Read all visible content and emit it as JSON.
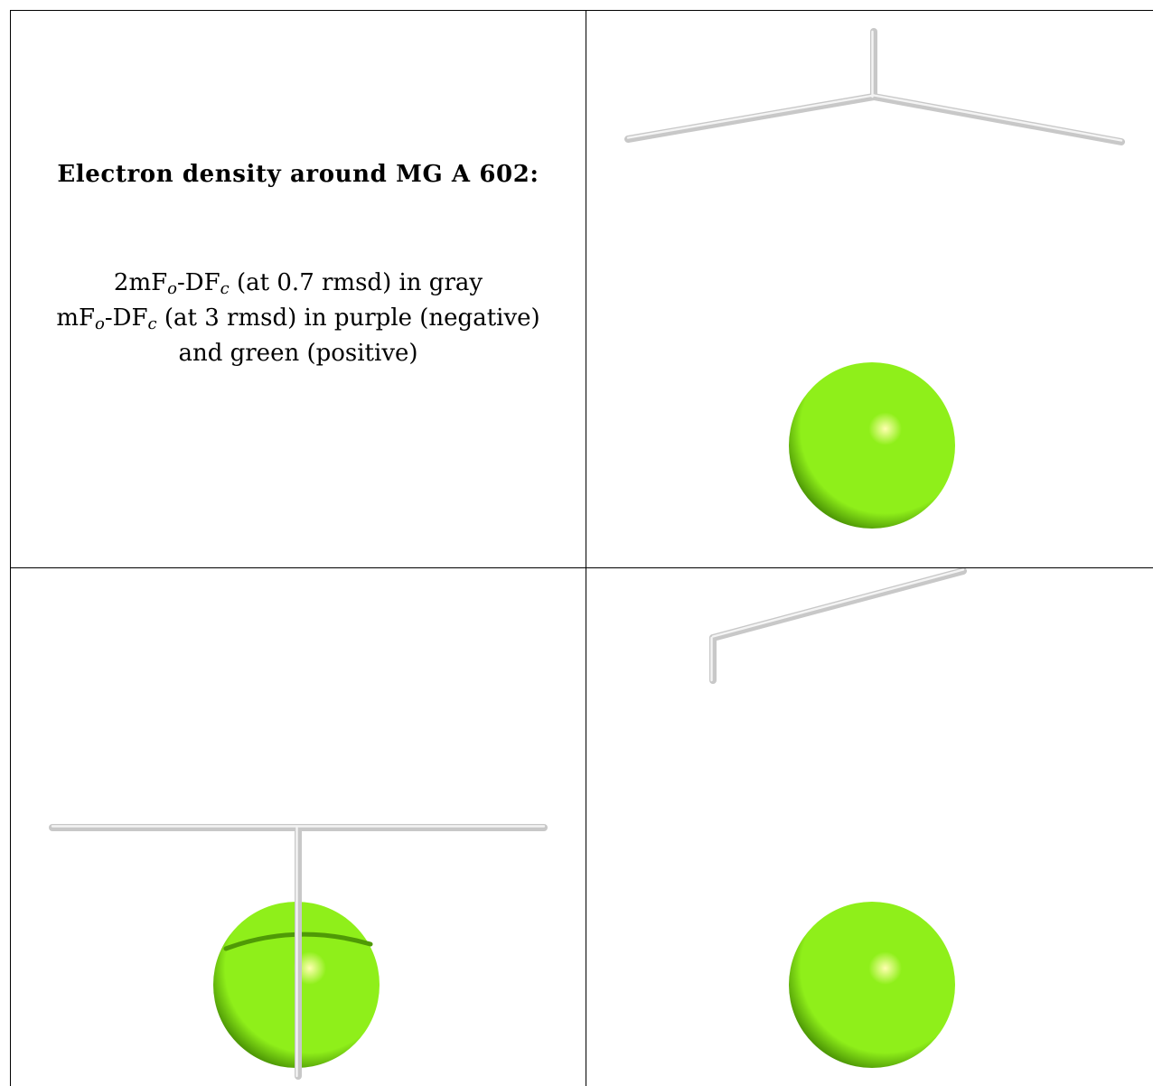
{
  "caption": {
    "title": "Electron density around MG A 602:",
    "line1": {
      "prefix": "2mF",
      "sub1": "o",
      "mid": "-DF",
      "sub2": "c",
      "suffix": " (at 0.7 rmsd) in gray"
    },
    "line2": {
      "prefix": "mF",
      "sub1": "o",
      "mid": "-DF",
      "sub2": "c",
      "suffix": " (at 3 rmsd) in purple (negative)"
    },
    "line3": "and green (positive)"
  },
  "colors": {
    "magnesium_sphere": "#8fef1a",
    "magnesium_highlight": "#ffffb0",
    "magnesium_shadow": "#4f9a06",
    "density_gray": "#c8c8c8",
    "grid_lines": "#000000",
    "background": "#ffffff"
  },
  "panels": [
    {
      "id": "view-1",
      "contents": [
        "density-mesh",
        "magnesium-sphere"
      ]
    },
    {
      "id": "view-2",
      "contents": [
        "density-mesh",
        "magnesium-sphere"
      ]
    },
    {
      "id": "view-3",
      "contents": [
        "density-mesh",
        "magnesium-sphere"
      ]
    }
  ]
}
